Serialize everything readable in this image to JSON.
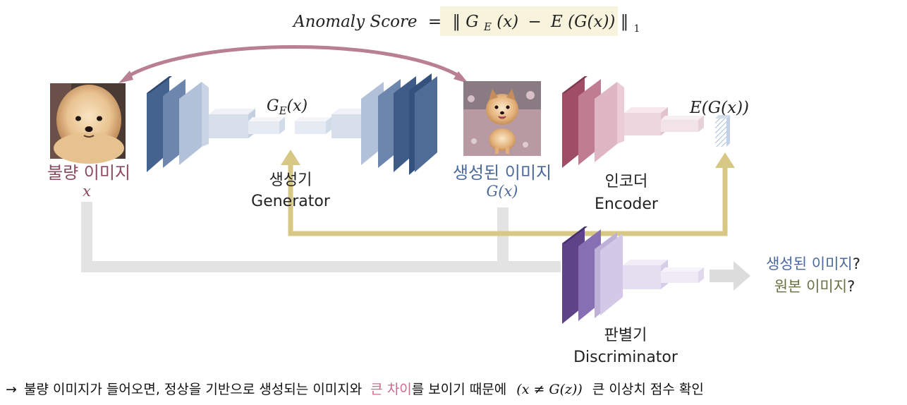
{
  "formula": {
    "label": "Anomaly Score",
    "eq": "=",
    "bar": "‖",
    "ge": "G",
    "ge_sub": "E",
    "ge_arg": "(x)",
    "minus": "−",
    "e_outer": "E",
    "e_inner": "(G(x))",
    "norm_sub": "1"
  },
  "input": {
    "label": "불량 이미지",
    "var": "x"
  },
  "generator": {
    "label_ko": "생성기",
    "label_en": "Generator",
    "latent_g": "G",
    "latent_sub": "E",
    "latent_arg": "(x)"
  },
  "generated": {
    "label": "생성된 이미지",
    "var": "G(x)"
  },
  "encoder": {
    "label_ko": "인코더",
    "label_en": "Encoder",
    "output": "E(G(x))"
  },
  "discriminator": {
    "label_ko": "판별기",
    "label_en": "Discriminator"
  },
  "question": {
    "line1_a": "생성된 이미지",
    "line1_b": "?",
    "line2_a": "원본 이미지",
    "line2_b": "?"
  },
  "footer": {
    "arrow": "→",
    "text1": "불량 이미지가 들어오면, 정상을 기반으로 생성되는 이미지와",
    "highlight": "큰 차이",
    "text2": "를 보이기 때문에",
    "math": "(x ≠ G(z))",
    "text3": "큰 이상치 점수 확인"
  },
  "colors": {
    "pink": "#8b4a5f",
    "blue": "#4c6a9b",
    "olive": "#6b7042",
    "gold": "#d8c886",
    "grey": "#e3e3e3",
    "highlight": "#cf6a8f",
    "formula_bg": "#f7f3dc"
  }
}
